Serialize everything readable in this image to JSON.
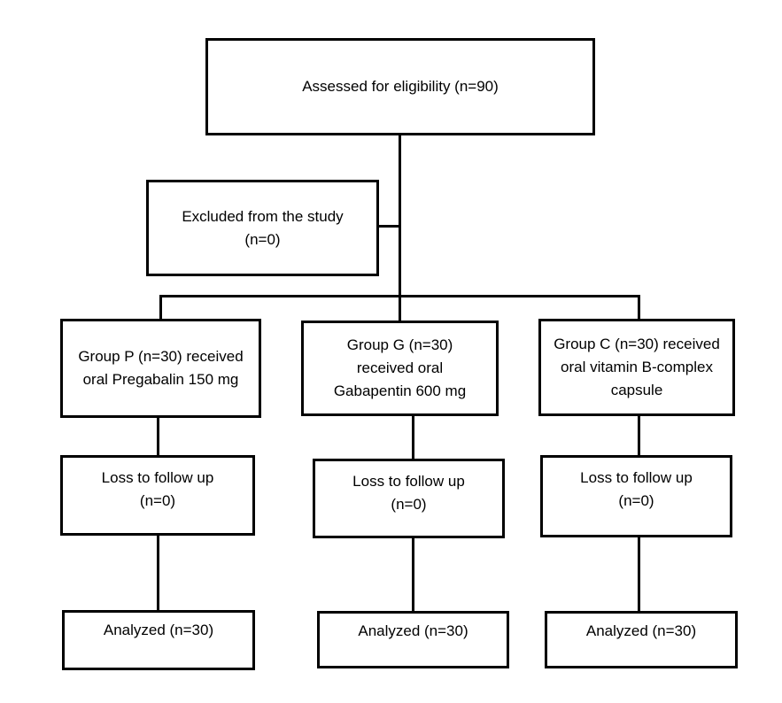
{
  "flowchart": {
    "type": "consort-flow-diagram",
    "background_color": "#ffffff",
    "line_color": "#000000",
    "text_color": "#000000",
    "assessed": {
      "text": "Assessed for eligibility (n=90)"
    },
    "excluded": {
      "text": "Excluded from the study\n(n=0)"
    },
    "columns": [
      {
        "group": "Group P (n=30) received\noral Pregabalin 150 mg",
        "loss": "Loss to follow up\n(n=0)",
        "analyzed": "Analyzed (n=30)"
      },
      {
        "group": "Group G (n=30)\nreceived oral\nGabapentin 600 mg",
        "loss": "Loss to follow up\n(n=0)",
        "analyzed": "Analyzed (n=30)"
      },
      {
        "group": "Group C (n=30) received\noral vitamin B-complex\ncapsule",
        "loss": "Loss to follow up\n(n=0)",
        "analyzed": "Analyzed (n=30)"
      }
    ]
  }
}
